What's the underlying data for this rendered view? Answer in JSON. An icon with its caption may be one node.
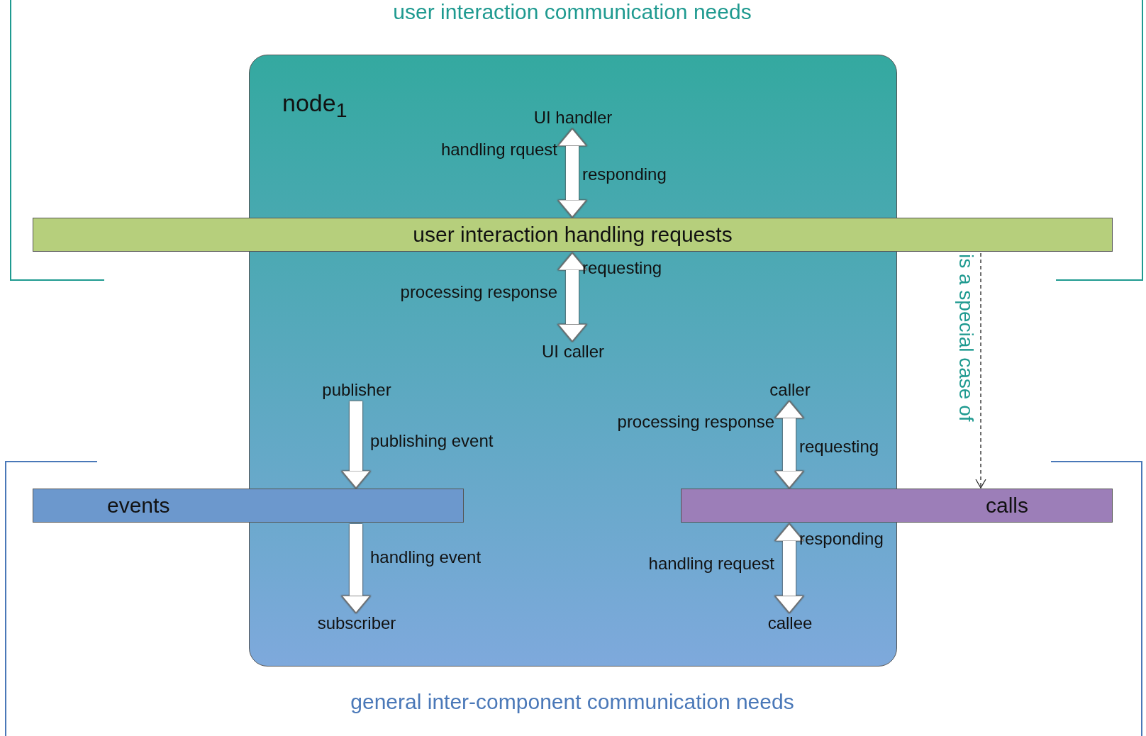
{
  "diagram": {
    "nodes": [
      {
        "text": [
          "node$_{1}$"
        ]
      },
      {
        "text": [
          "UI handler"
        ],
        "in": 0
      },
      {
        "text": [
          "user interaction handling requests"
        ]
      },
      {
        "text": [
          "UI caller"
        ],
        "in": 0
      },
      {
        "text": [
          "publisher"
        ],
        "in": 0
      },
      {
        "text": [
          "events"
        ]
      },
      {
        "text": [
          "subscriber"
        ],
        "in": 0
      },
      {
        "text": [
          "caller"
        ],
        "in": 0
      },
      {
        "text": [
          "calls"
        ]
      },
      {
        "text": [
          "callee"
        ],
        "in": 0
      }
    ],
    "edges": [
      {
        "from": 1,
        "to": 2,
        "arrow": "both"
      },
      {
        "from": 2,
        "to": 3,
        "arrow": "both"
      },
      {
        "from": 4,
        "to": 5,
        "arrow": "to",
        "label": "publishing event"
      },
      {
        "from": 5,
        "to": 6,
        "arrow": "to",
        "label": "handling event"
      },
      {
        "from": 7,
        "to": 8,
        "arrow": "both"
      },
      {
        "from": 8,
        "to": 9,
        "arrow": "both"
      },
      {
        "from": 2,
        "to": 8,
        "arrow": "to",
        "label": "is a special case of",
        "style": "dashed",
        "color": "#222222"
      }
    ],
    "labels": [
      "user interaction communication needs",
      "handling rquest",
      "responding",
      "requesting",
      "processing response",
      "processing response",
      "requesting",
      "responding",
      "handling request",
      "general inter-component communication needs"
    ]
  }
}
